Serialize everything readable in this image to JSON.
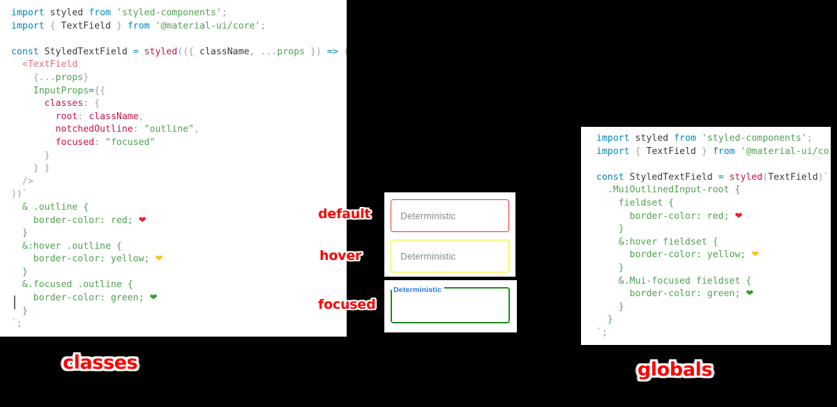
{
  "background_color": "#000000",
  "panels": {
    "classes": {
      "caption": "classes",
      "caption_color": "#ff0000",
      "background": "#ffffff",
      "code_lines": [
        "import styled from 'styled-components';",
        "import { TextField } from '@material-ui/core';",
        "",
        "const StyledTextField = styled(({ className, ...props }) => (",
        "  <TextField",
        "    {...props}",
        "    InputProps={{",
        "      classes: {",
        "        root: className,",
        "        notchedOutline: \"outline\",",
        "        focused: \"focused\"",
        "      }",
        "    } }",
        "  />",
        "))`",
        "  & .outline {",
        "    border-color: red; ❤️",
        "  }",
        "  &:hover .outline {",
        "    border-color: yellow; 💛",
        "  }",
        "  &.focused .outline {",
        "    border-color: green; 💚",
        "  }",
        "`;"
      ]
    },
    "globals": {
      "caption": "globals",
      "caption_color": "#ff0000",
      "background": "#ffffff",
      "code_lines": [
        "import styled from 'styled-components';",
        "import { TextField } from '@material-ui/core';",
        "",
        "const StyledTextField = styled(TextField)`",
        "  .MuiOutlinedInput-root {",
        "    fieldset {",
        "      border-color: red; ❤️",
        "    }",
        "    &:hover fieldset {",
        "      border-color: yellow; 💛",
        "    }",
        "    &.Mui-focused fieldset {",
        "      border-color: green; 💚",
        "    }",
        "  }",
        "`;"
      ]
    }
  },
  "demo": {
    "fields": [
      {
        "state": "default",
        "annotation": "default",
        "value": "Deterministic",
        "border_color": "#ff2a2a",
        "text_color": "#8a8a8a"
      },
      {
        "state": "hover",
        "annotation": "hover",
        "value": "Deterministic",
        "border_color": "#ffee00",
        "text_color": "#8a8a8a"
      },
      {
        "state": "focused",
        "annotation": "focused",
        "label": "Deterministic",
        "value": "",
        "border_color": "#1b8a1b",
        "label_color": "#2176e8",
        "caret_color": "#6b6b6b"
      }
    ]
  },
  "colors": {
    "red": "#ff2a2a",
    "yellow": "#ffee00",
    "green": "#1b8a1b",
    "blue_label": "#2176e8",
    "annotation_red": "#ff0000"
  }
}
